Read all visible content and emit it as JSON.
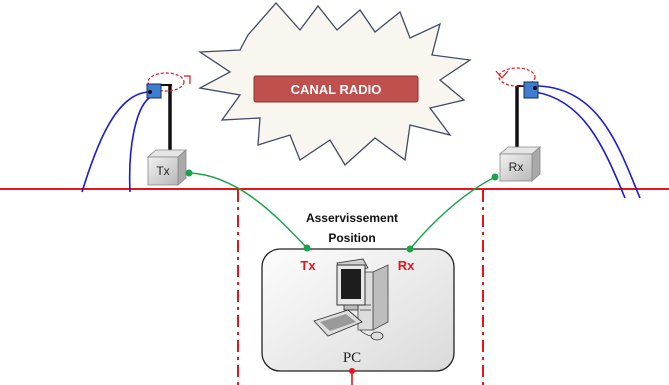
{
  "diagram": {
    "channel_label": "CANAL RADIO",
    "tx_box_label": "Tx",
    "rx_box_label": "Rx",
    "servo_label_line1": "Asservissement",
    "servo_label_line2": "Position",
    "pc_port_tx": "Tx",
    "pc_port_rx": "Rx",
    "pc_label": "PC"
  },
  "colors": {
    "ground_line": "#e8131b",
    "cable": "#1a1ad8",
    "link": "#1aa34a",
    "banner": "#c0504d",
    "port_label": "#e8131b",
    "dash": "#e8131b"
  }
}
